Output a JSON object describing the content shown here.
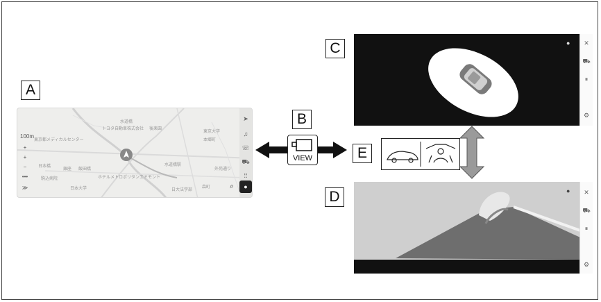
{
  "labels": {
    "a": "A",
    "b": "B",
    "c": "C",
    "d": "D",
    "e": "E"
  },
  "view_button": {
    "label": "VIEW",
    "icon": "camera-view-icon"
  },
  "map": {
    "scale": "100m",
    "place_names": [
      "トヨタ自動車株式会社",
      "東京都メディカルセンター",
      "東京大学",
      "本郷町",
      "外苑通り",
      "日本橋",
      "銀座",
      "ホテルメトロポリタンエドモント",
      "水道橋駅",
      "日本大学",
      "飯田橋",
      "駒込病院",
      "水道橋",
      "後楽園",
      "森町",
      "日大法学部"
    ],
    "search_icon": "search-icon",
    "mic_icon": "mic-icon"
  },
  "camera_side_icons": [
    "close-icon",
    "car-icon",
    "pause-icon",
    "settings-icon"
  ],
  "e_icons": [
    "car-side-view-icon",
    "driver-view-icon"
  ],
  "colors": {
    "camera_bg": "#111111",
    "map_bg": "#eeeeec",
    "arrow_gray": "#9a9a9a"
  }
}
